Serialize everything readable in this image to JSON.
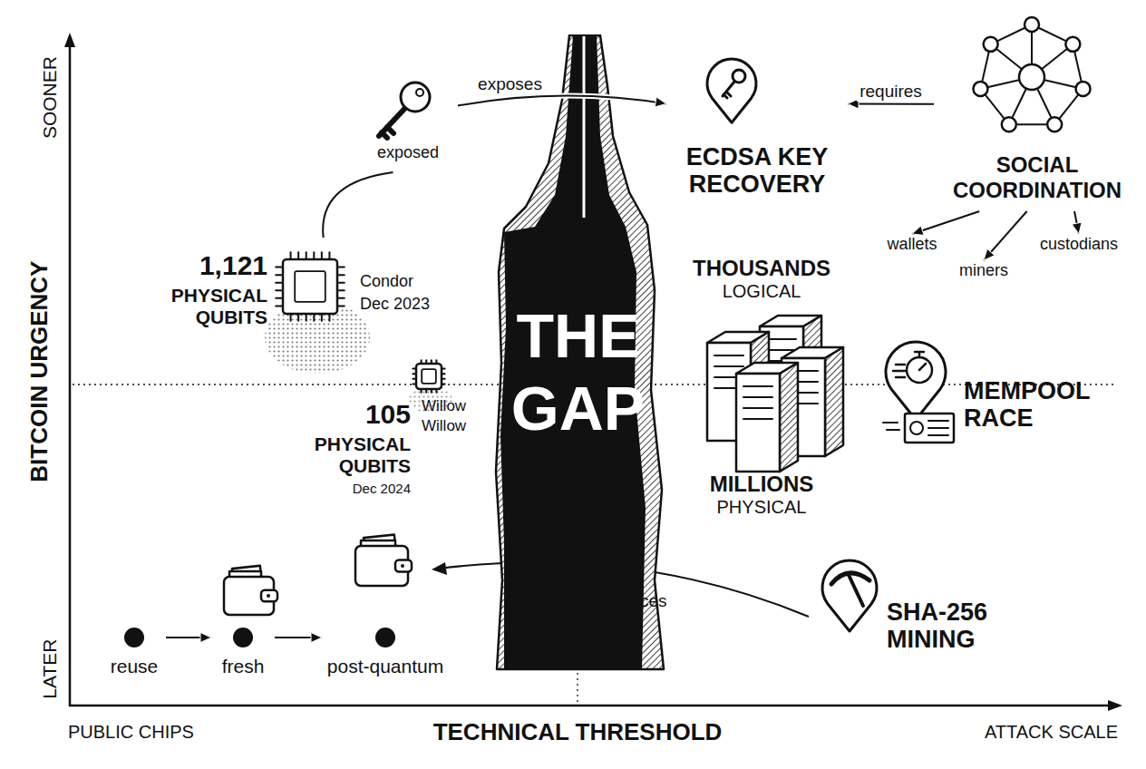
{
  "diagram": {
    "nodes": [
      {
        "text": [
          "exposed"
        ]
      },
      {
        "text": [
          "ECDSA KEY RECOVERY"
        ]
      },
      {
        "text": [
          "SOCIAL COORDINATION"
        ]
      },
      {
        "text": [
          "wallets"
        ]
      },
      {
        "text": [
          "miners"
        ]
      },
      {
        "text": [
          "custodians"
        ]
      },
      {
        "text": [
          "1,121",
          "PHYSICAL QUBITS",
          "Condor",
          "Dec 2023"
        ]
      },
      {
        "text": [
          "THE GAP"
        ]
      },
      {
        "text": [
          "THOUSANDS",
          "LOGICAL",
          "MILLIONS",
          "PHYSICAL"
        ]
      },
      {
        "text": [
          "105",
          "PHYSICAL QUBITS",
          "Willow",
          "Willow",
          "Dec 2024"
        ]
      },
      {
        "text": [
          "MEMPOOL RACE"
        ]
      },
      {
        "text": [
          "SHA-256 MINING"
        ]
      },
      {
        "text": [
          "reuse"
        ]
      },
      {
        "text": [
          "fresh"
        ]
      },
      {
        "text": [
          "post-quantum"
        ]
      }
    ],
    "edges": [
      {
        "from": 6,
        "to": 0,
        "arrow": "none"
      },
      {
        "from": 0,
        "to": 1,
        "label": "exposes",
        "arrow": "to"
      },
      {
        "from": 2,
        "to": 1,
        "label": "requires",
        "arrow": "to"
      },
      {
        "from": 2,
        "to": 3,
        "arrow": "to"
      },
      {
        "from": 2,
        "to": 4,
        "arrow": "to"
      },
      {
        "from": 2,
        "to": 5,
        "arrow": "to"
      },
      {
        "from": 12,
        "to": 13,
        "arrow": "to"
      },
      {
        "from": 13,
        "to": 14,
        "arrow": "to"
      }
    ],
    "labels": [
      "SOONER",
      "BITCOIN URGENCY",
      "LATER",
      "PUBLIC CHIPS",
      "TECHNICAL THRESHOLD",
      "ATTACK SCALE",
      "reduces"
    ]
  }
}
